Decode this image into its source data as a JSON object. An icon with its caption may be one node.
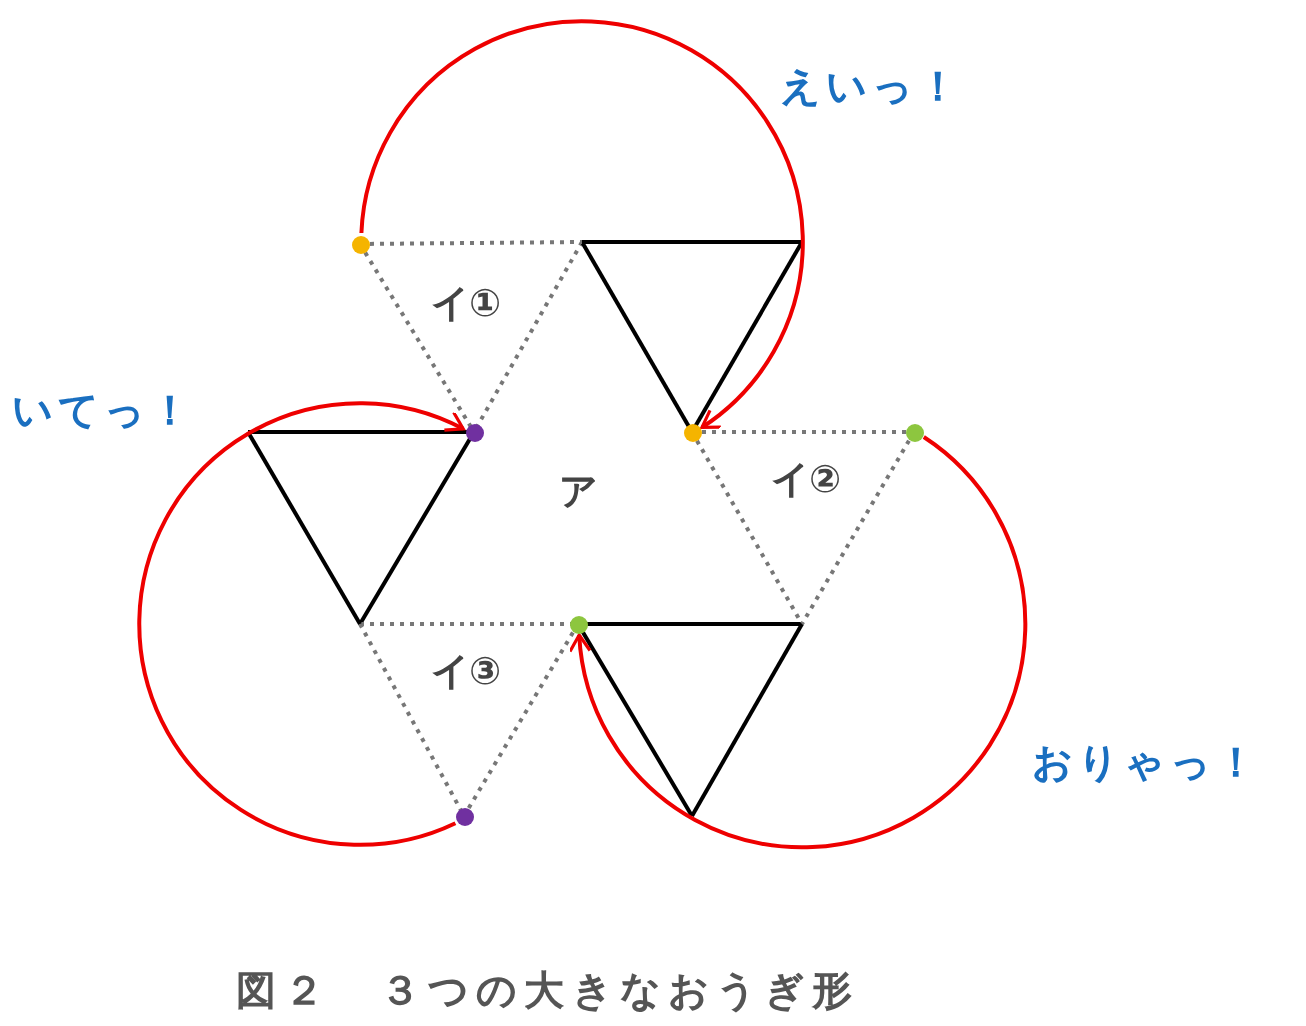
{
  "diagram": {
    "caption": "図２　３つの大きなおうぎ形",
    "nodes": [
      {
        "text": [],
        "shape": "circle"
      },
      {
        "text": [],
        "shape": "circle"
      },
      {
        "text": [],
        "shape": "circle"
      },
      {
        "text": [],
        "shape": "circle"
      },
      {
        "text": [],
        "shape": "circle"
      },
      {
        "text": [],
        "shape": "circle"
      }
    ],
    "edges": [
      {
        "from": 0,
        "to": 2,
        "arrow": "to"
      },
      {
        "from": 3,
        "to": 4,
        "arrow": "to"
      },
      {
        "from": 5,
        "to": 1,
        "arrow": "to"
      }
    ],
    "labels": [
      "えいっ！",
      "イ①",
      "いてっ！",
      "ア",
      "イ②",
      "おりゃっ！",
      "イ③"
    ]
  }
}
